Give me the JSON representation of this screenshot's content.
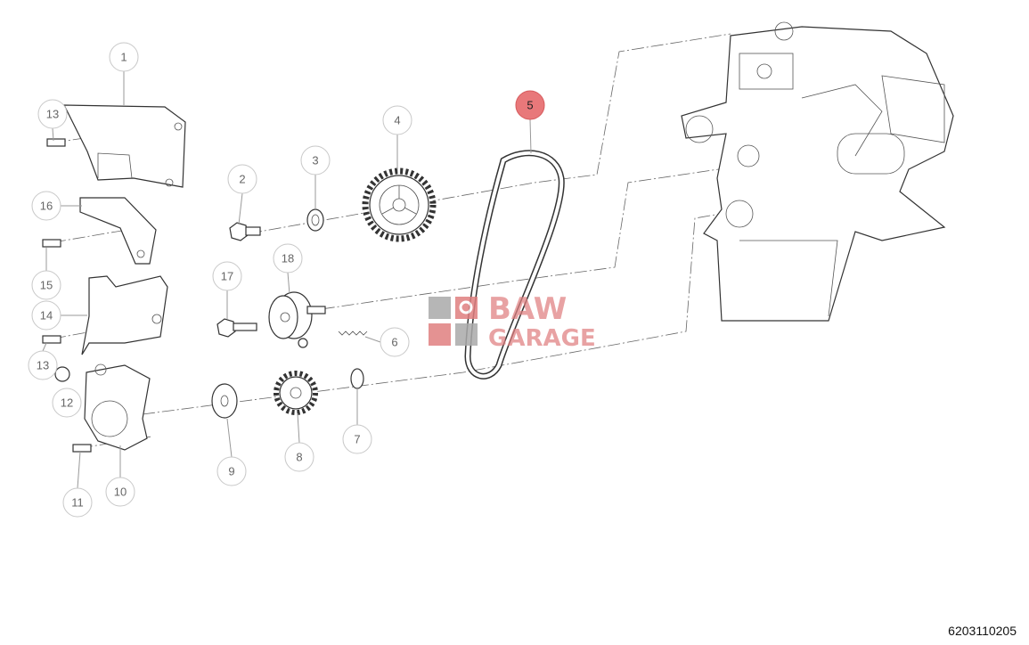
{
  "diagram": {
    "drawing_number": "6203110205",
    "highlighted_part": "5",
    "highlight_color": "#e8787a",
    "watermark": {
      "line1": "BAW",
      "line2": "GARAGE",
      "color": "#e07f80"
    },
    "callouts": [
      {
        "label": "1"
      },
      {
        "label": "13"
      },
      {
        "label": "16"
      },
      {
        "label": "15"
      },
      {
        "label": "14"
      },
      {
        "label": "13"
      },
      {
        "label": "12"
      },
      {
        "label": "11"
      },
      {
        "label": "10"
      },
      {
        "label": "2"
      },
      {
        "label": "3"
      },
      {
        "label": "4"
      },
      {
        "label": "5"
      },
      {
        "label": "17"
      },
      {
        "label": "18"
      },
      {
        "label": "6"
      },
      {
        "label": "7"
      },
      {
        "label": "8"
      },
      {
        "label": "9"
      }
    ]
  }
}
